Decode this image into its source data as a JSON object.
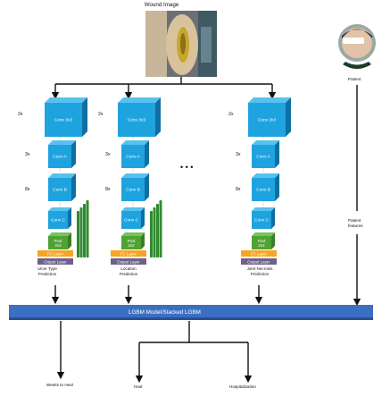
{
  "diagram": {
    "input_label": "Wound Image",
    "patient_label": "Patient",
    "patient_features_label": "Patient\nfeatures",
    "ellipsis": "• • •",
    "columns": [
      {
        "multipliers": [
          "2x",
          "3x",
          "8x"
        ],
        "blocks": [
          "Conv 3x3",
          "Conv A",
          "Conv B",
          "Conv C",
          "Pool\n2x2",
          "FC Layer",
          "Output Layer"
        ],
        "caption": "Ulcer Type\nPrediction"
      },
      {
        "multipliers": [
          "2x",
          "3x",
          "8x"
        ],
        "blocks": [
          "Conv 3x3",
          "Conv A",
          "Conv B",
          "Conv C",
          "Pool\n2x2",
          "FC Layer",
          "Output Layer"
        ],
        "caption": "Location\nPrediction"
      },
      {
        "multipliers": [
          "2x",
          "3x",
          "8x"
        ],
        "blocks": [
          "Conv 3x3",
          "Conv A",
          "Conv B",
          "Conv C",
          "Pool\n2x2",
          "FC Layer",
          "Output Layer"
        ],
        "caption": "Joint Necrosis\nPrediction"
      }
    ],
    "model_label": "LGBM Model/Stacked LGBM",
    "outputs": [
      "Weeks to Heal",
      "Heal",
      "Hospitalization"
    ],
    "colors": {
      "conv": "#1fa3df",
      "conv_dark": "#0e6fa3",
      "conv_top": "#58c2ee",
      "pool": "#4ea332",
      "fc": "#f5a623",
      "output": "#6e5f8c",
      "band": "#3b6fc1",
      "band_dark": "#2a4f96",
      "bar_green": "#2e8b2e"
    }
  }
}
